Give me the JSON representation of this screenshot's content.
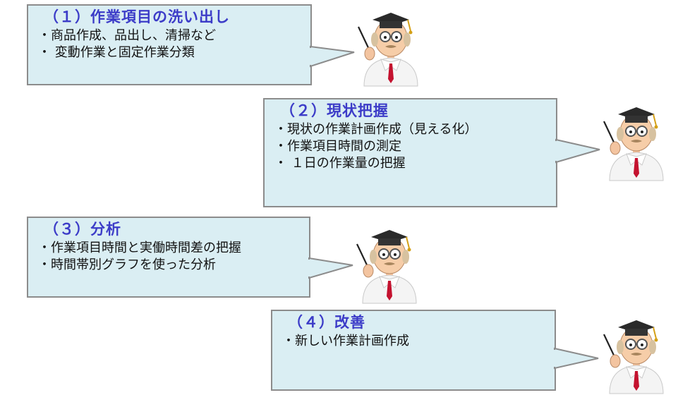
{
  "steps": [
    {
      "title": "（１）作業項目の洗い出し",
      "items": [
        "・商品作成、品出し、清掃など",
        "・ 変動作業と固定作業分類"
      ]
    },
    {
      "title": "（２）現状把握",
      "items": [
        "・現状の作業計画作成（見える化）",
        "・作業項目時間の測定",
        "・ １日の作業量の把握"
      ]
    },
    {
      "title": "（３）分析",
      "items": [
        "・作業項目時間と実働時間差の把握",
        "・時間帯別グラフを使った分析"
      ]
    },
    {
      "title": "（４）改善",
      "items": [
        "・新しい作業計画作成"
      ]
    }
  ],
  "colors": {
    "bubble_fill": "#daeef3",
    "bubble_border": "#8c8c8c",
    "title_text": "#3c3cc8",
    "body_text": "#111111"
  },
  "icons": [
    "professor-icon"
  ]
}
